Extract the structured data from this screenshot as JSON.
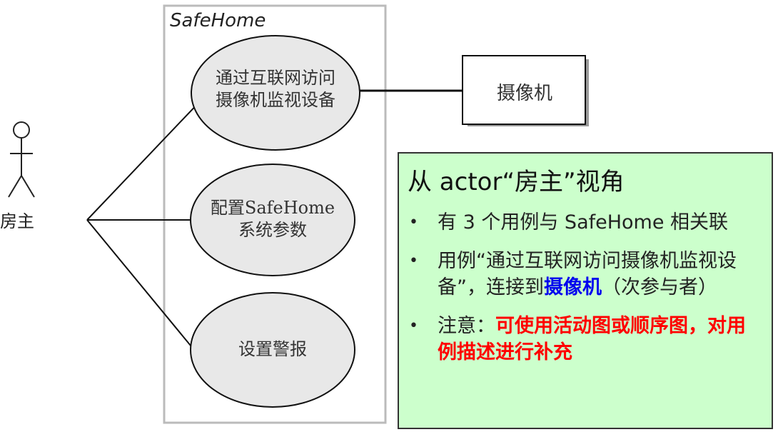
{
  "system": {
    "title": "SafeHome"
  },
  "actor": {
    "label": "房主"
  },
  "use_cases": [
    {
      "line1": "通过互联网访问",
      "line2": "摄像机监视设备"
    },
    {
      "line1": "配置SafeHome",
      "line2": "系统参数"
    },
    {
      "line1": "设置警报",
      "line2": ""
    }
  ],
  "secondary_actor": {
    "label": "摄像机"
  },
  "note": {
    "title": "从 actor“房主”视角",
    "items": [
      {
        "text": "有 3 个用例与 SafeHome 相关联"
      },
      {
        "text_before": "用例“通过互联网访问摄像机监视设备”，连接到",
        "highlight": "摄像机",
        "text_after": "（次参与者）"
      },
      {
        "text_before": "注意：",
        "highlight": "可使用活动图或顺序图，对用例描述进行补充"
      }
    ],
    "bullet": "•"
  }
}
